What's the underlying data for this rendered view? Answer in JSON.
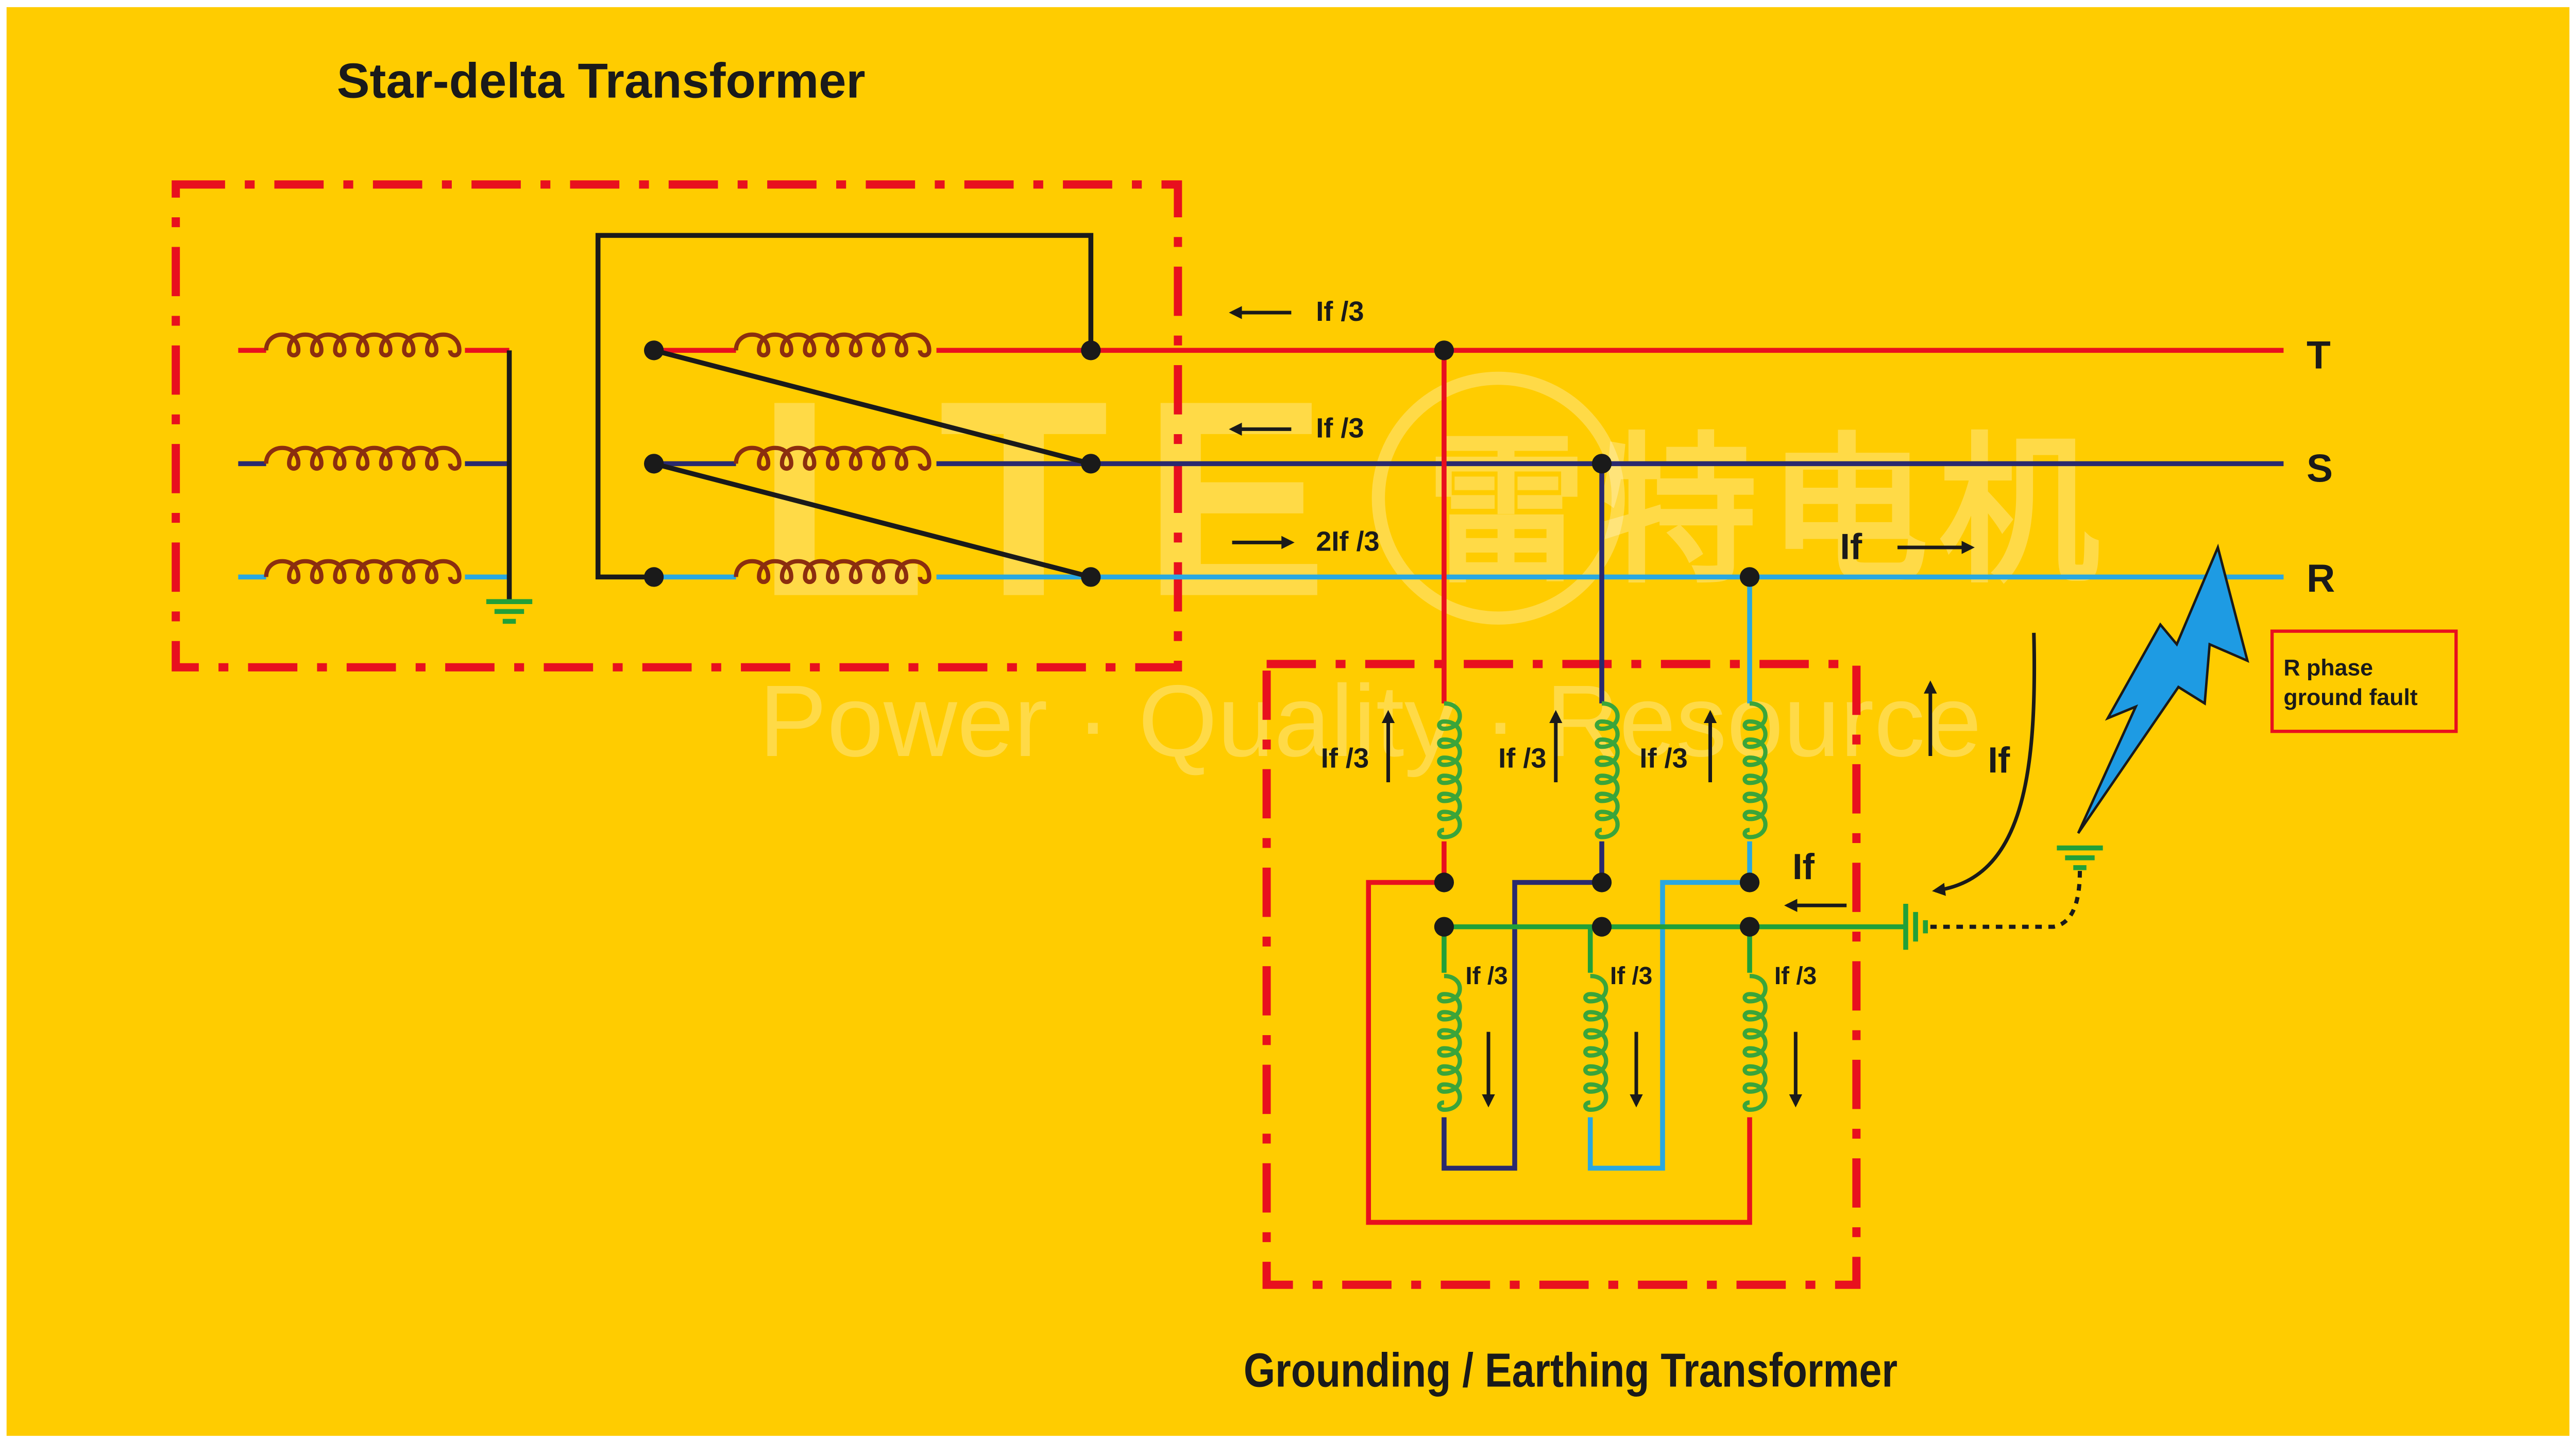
{
  "title": "Star-delta Transformer",
  "subtitle": "Grounding / Earthing Transformer",
  "phases": {
    "t": "T",
    "s": "S",
    "r": "R"
  },
  "current_labels": {
    "if3": "If /3",
    "two_if3": "2If /3",
    "if": "If"
  },
  "fault_box": {
    "line1": "R phase",
    "line2": "ground fault"
  },
  "watermark": {
    "logo": "LTE",
    "cn": "雷特电机",
    "tagline": "Power · Quality · Resource"
  },
  "colors": {
    "background": "#FFCC00",
    "frame": "#ffffff",
    "phase_t": "#E8101E",
    "phase_s": "#2A2A6E",
    "phase_r": "#2AA8E0",
    "neutral": "#22A038",
    "coil_star": "#8B2E0F",
    "coil_grounding": "#3AA53A",
    "boundary": "#E8101E",
    "fault_bolt": "#1E9BE3",
    "ink": "#1a1a1a"
  }
}
